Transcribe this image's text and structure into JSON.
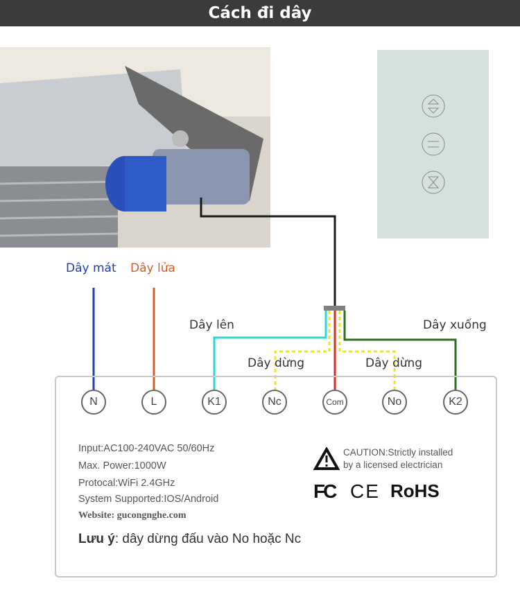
{
  "header": {
    "title": "Cách đi dây"
  },
  "labels": {
    "neutral": "Dây mát",
    "live": "Dây lửa",
    "up": "Dây lên",
    "down": "Dây xuống",
    "stop_left": "Dây dừng",
    "stop_right": "Dây dừng"
  },
  "terminals": [
    "N",
    "L",
    "K1",
    "Nc",
    "Com",
    "No",
    "K2"
  ],
  "specs": {
    "input": "Input:AC100-240VAC 50/60Hz",
    "power": "Max. Power:1000W",
    "protocol": "Protocal:WiFi 2.4GHz",
    "system": "System Supported:IOS/Android",
    "website": "Website: gucongnghe.com"
  },
  "caution": {
    "line1": "CAUTION:Strictly installed",
    "line2": "by a licensed electrician"
  },
  "certs": {
    "fc": "FC",
    "ce": "CE",
    "rohs": "RoHS"
  },
  "note": {
    "label": "Lưu ý",
    "text": ": dây dừng đấu vào No hoặc Nc"
  },
  "colors": {
    "neutral": "#1f3fb0",
    "live": "#d65a2a",
    "up": "#2fd6d6",
    "stop": "#e8e82a",
    "com": "#d42a2a",
    "down": "#2e6e1e",
    "motor": "#1a1a1a"
  }
}
